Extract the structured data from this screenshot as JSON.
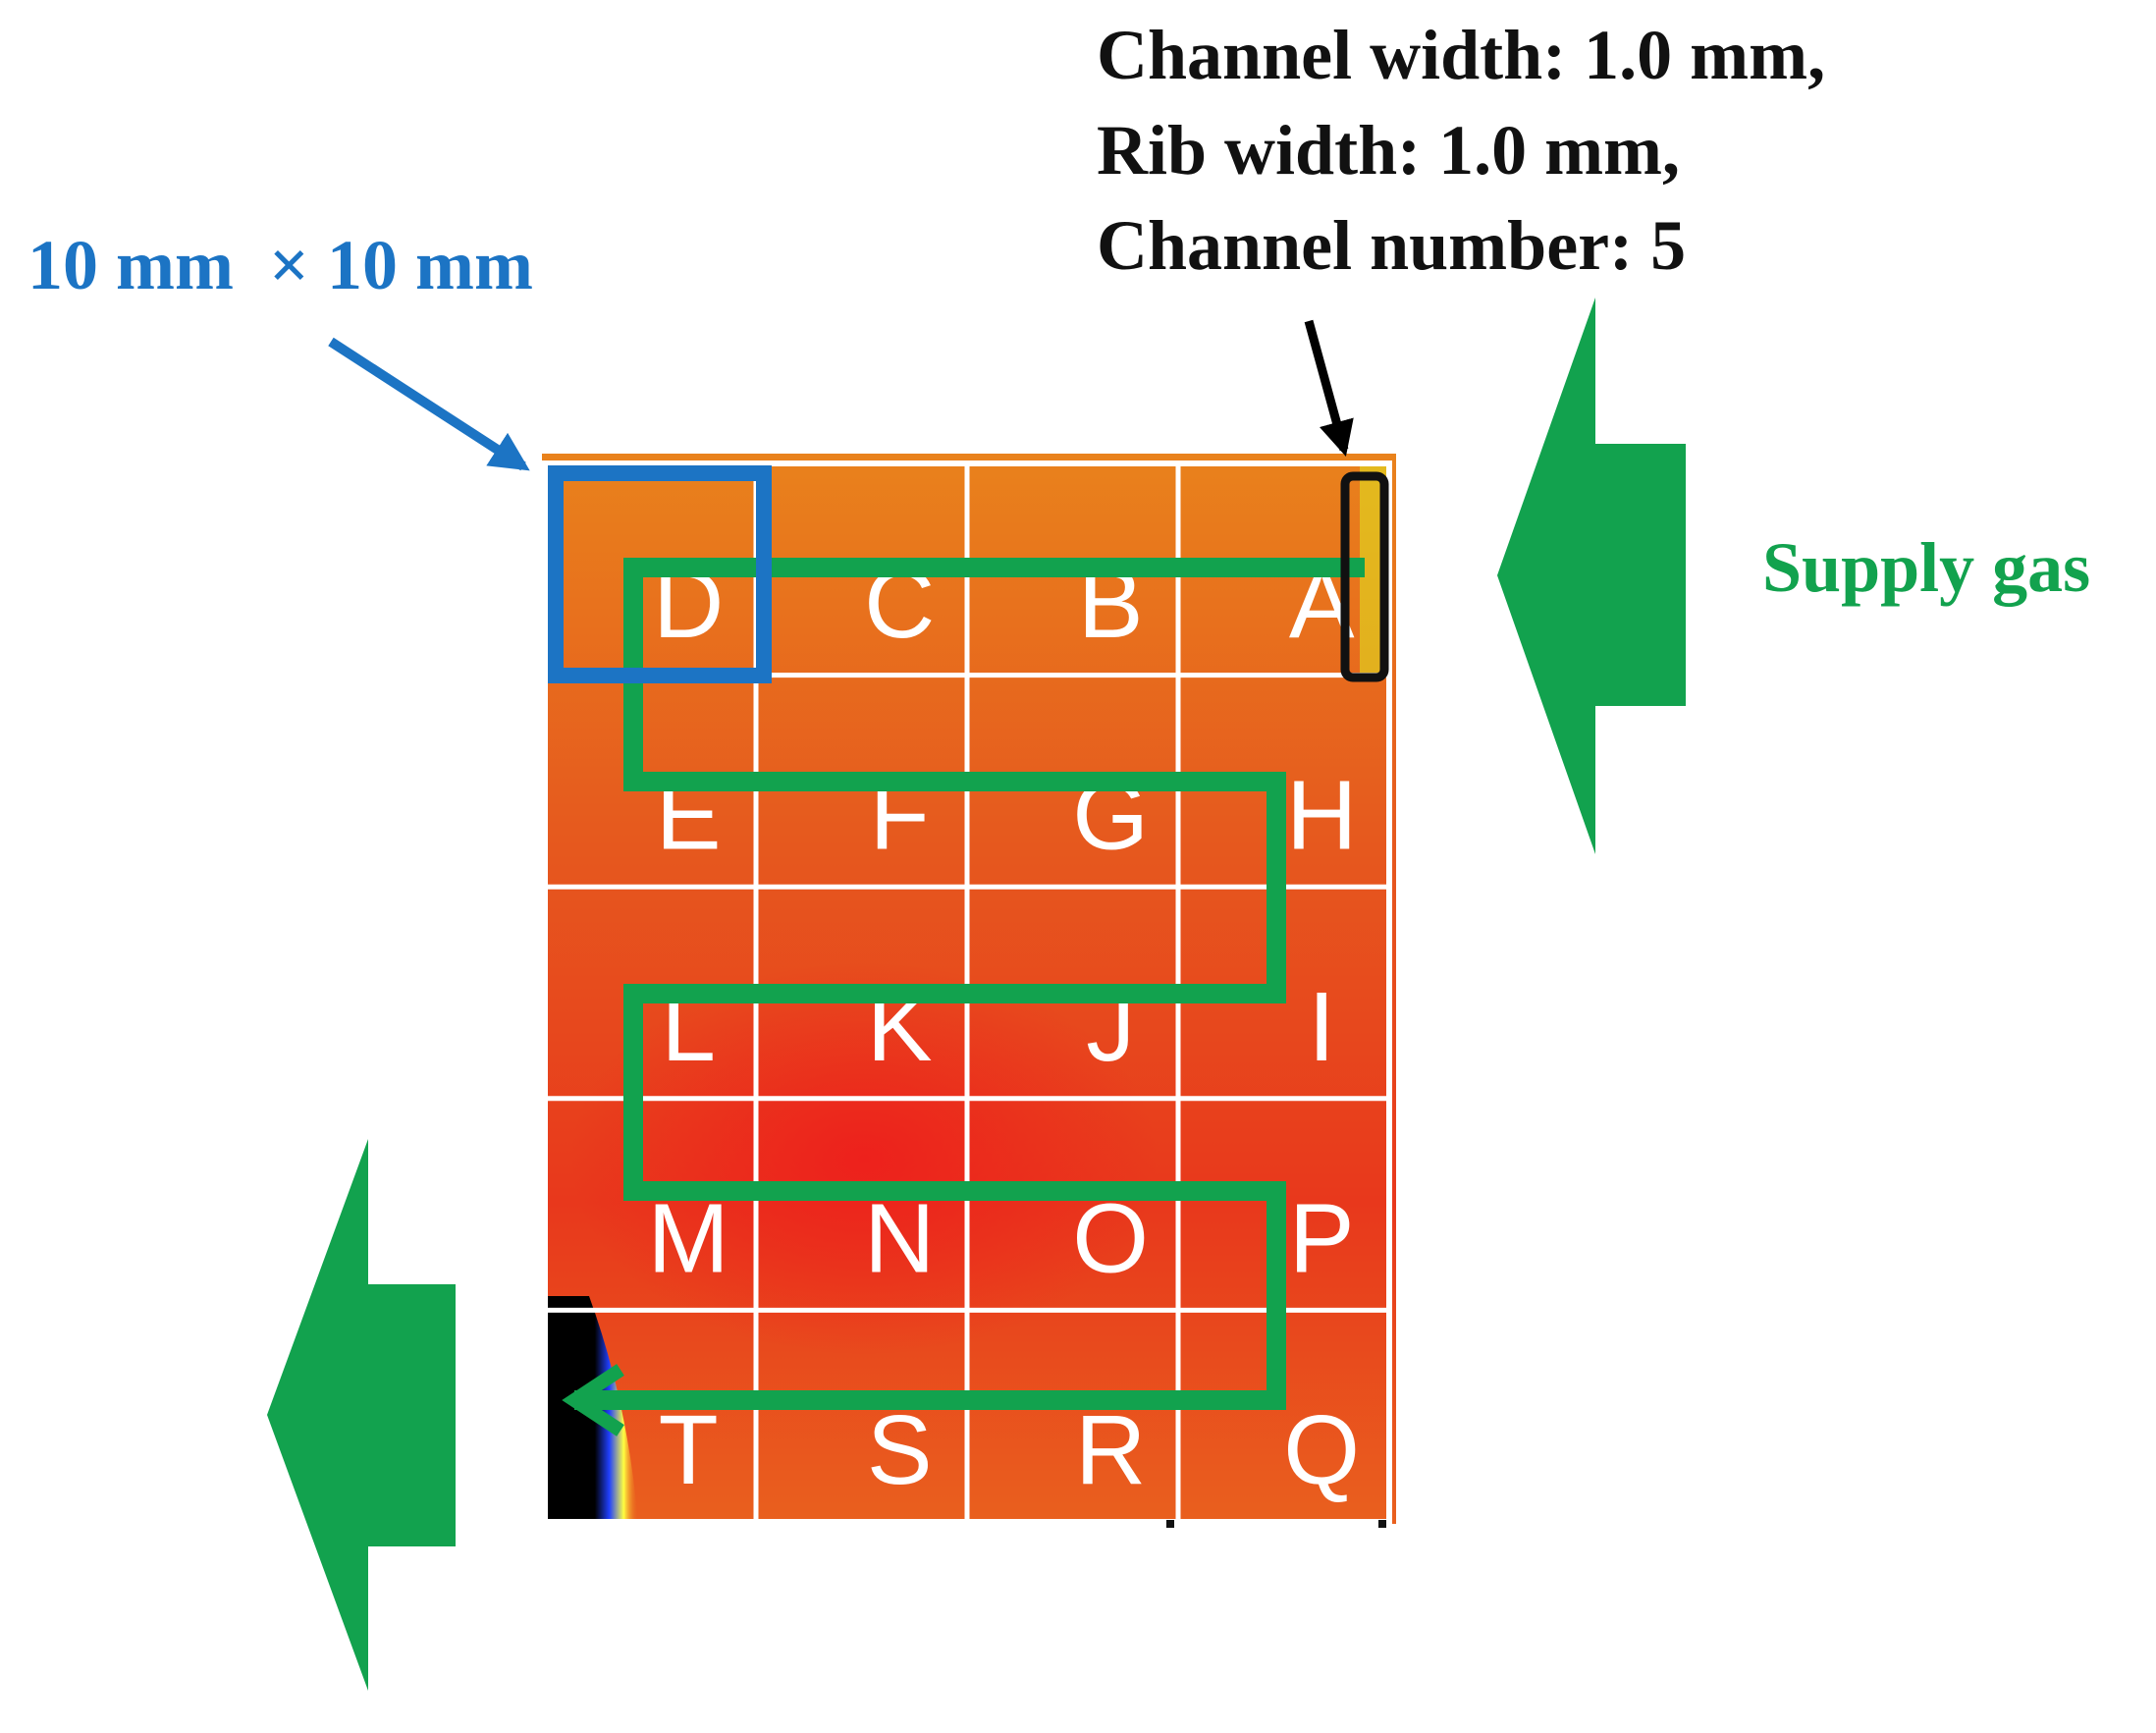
{
  "size_label": "10 mm  × 10 mm",
  "channel_specs": [
    "Channel width: 1.0 mm,",
    "Rib width: 1.0 mm,",
    "Channel number: 5"
  ],
  "supply_label": "Supply gas",
  "grid": {
    "rows": [
      [
        "D",
        "C",
        "B",
        "A"
      ],
      [
        "E",
        "F",
        "G",
        "H"
      ],
      [
        "L",
        "K",
        "J",
        "I"
      ],
      [
        "M",
        "N",
        "O",
        "P"
      ],
      [
        "T",
        "S",
        "R",
        "Q"
      ]
    ]
  },
  "colors": {
    "blue_accent": "#1c74c4",
    "flow_green": "#12a24e",
    "map_orange": "#e0701e",
    "map_red": "#e8401e"
  }
}
